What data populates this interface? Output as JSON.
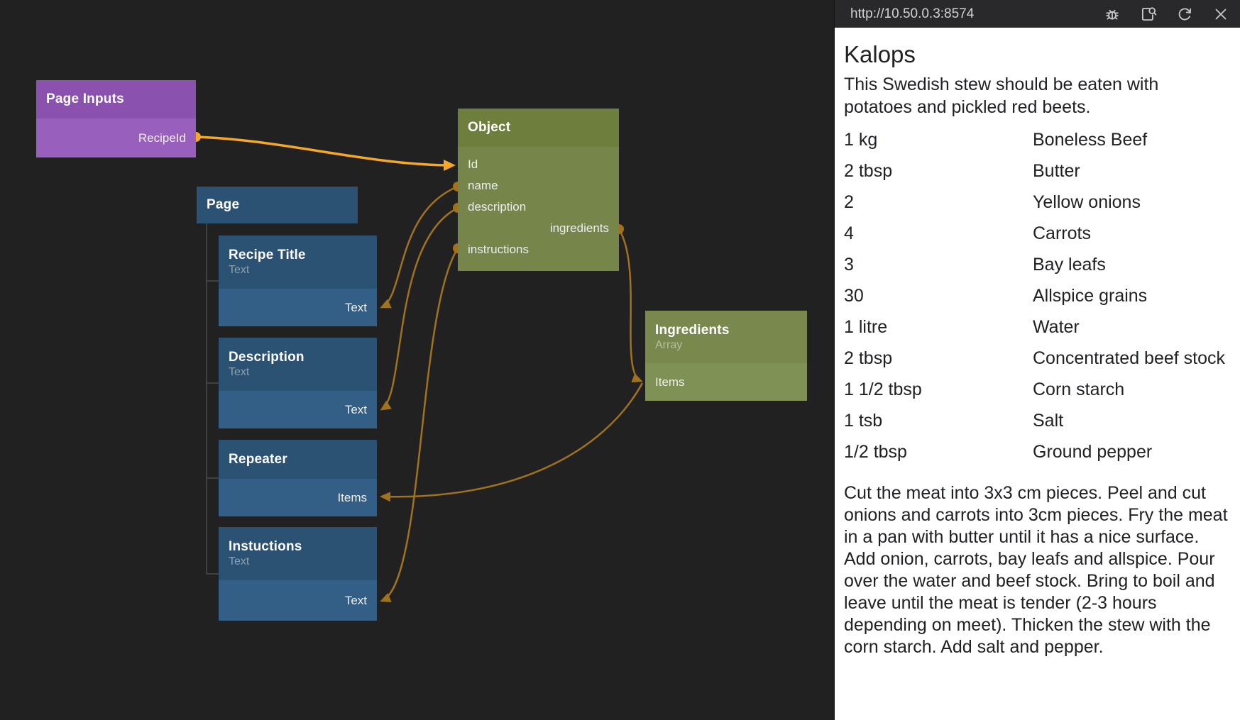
{
  "window": {
    "url": "http://10.50.0.3:8574",
    "icons": [
      {
        "name": "debug-icon"
      },
      {
        "name": "open-preview-icon"
      },
      {
        "name": "refresh-icon"
      },
      {
        "name": "close-icon"
      }
    ]
  },
  "preview": {
    "title": "Kalops",
    "description": "This Swedish stew should be eaten with potatoes and pickled red beets.",
    "ingredients": [
      {
        "amount": "1 kg",
        "name": "Boneless Beef"
      },
      {
        "amount": "2 tbsp",
        "name": "Butter"
      },
      {
        "amount": "2",
        "name": "Yellow onions"
      },
      {
        "amount": "4",
        "name": "Carrots"
      },
      {
        "amount": "3",
        "name": "Bay leafs"
      },
      {
        "amount": "30",
        "name": "Allspice grains"
      },
      {
        "amount": "1 litre",
        "name": "Water"
      },
      {
        "amount": "2 tbsp",
        "name": "Concentrated beef stock"
      },
      {
        "amount": "1 1/2 tbsp",
        "name": "Corn starch"
      },
      {
        "amount": "1 tsb",
        "name": "Salt"
      },
      {
        "amount": "1/2 tbsp",
        "name": "Ground pepper"
      }
    ],
    "instructions": "Cut the meat into 3x3 cm pieces. Peel and cut onions and carrots into 3cm pieces. Fry the meat in a pan with butter until it has a nice surface. Add onion, carrots, bay leafs and allspice. Pour over the water and beef stock. Bring to boil and leave until the meat is tender (2-3 hours depending on meet). Thicken the stew with the corn starch. Add salt and pepper."
  },
  "canvas": {
    "nodes": [
      {
        "id": "page-inputs",
        "title": "Page Inputs",
        "subtitle": "",
        "color": "purple",
        "ports": [
          {
            "label": "RecipeId",
            "side": "right"
          }
        ]
      },
      {
        "id": "page",
        "title": "Page",
        "subtitle": "",
        "color": "blue",
        "ports": []
      },
      {
        "id": "recipe-title",
        "title": "Recipe Title",
        "subtitle": "Text",
        "color": "blue",
        "ports": [
          {
            "label": "Text",
            "side": "right"
          }
        ]
      },
      {
        "id": "description",
        "title": "Description",
        "subtitle": "Text",
        "color": "blue",
        "ports": [
          {
            "label": "Text",
            "side": "right"
          }
        ]
      },
      {
        "id": "repeater",
        "title": "Repeater",
        "subtitle": "",
        "color": "blue",
        "ports": [
          {
            "label": "Items",
            "side": "right"
          }
        ]
      },
      {
        "id": "instuctions",
        "title": "Instuctions",
        "subtitle": "Text",
        "color": "blue",
        "ports": [
          {
            "label": "Text",
            "side": "right"
          }
        ]
      },
      {
        "id": "object",
        "title": "Object",
        "subtitle": "",
        "color": "green",
        "ports": [
          {
            "label": "Id",
            "side": "left"
          },
          {
            "label": "name",
            "side": "left"
          },
          {
            "label": "description",
            "side": "left"
          },
          {
            "label": "ingredients",
            "side": "right"
          },
          {
            "label": "instructions",
            "side": "left"
          }
        ]
      },
      {
        "id": "ingredients",
        "title": "Ingredients",
        "subtitle": "Array",
        "color": "green2",
        "ports": [
          {
            "label": "Items",
            "side": "left"
          }
        ]
      }
    ],
    "connections": [
      {
        "from": "page-inputs.RecipeId",
        "to": "object.Id",
        "active": true
      },
      {
        "from": "object.name",
        "to": "recipe-title.Text",
        "active": false
      },
      {
        "from": "object.description",
        "to": "description.Text",
        "active": false
      },
      {
        "from": "object.instructions",
        "to": "instuctions.Text",
        "active": false
      },
      {
        "from": "object.ingredients",
        "to": "ingredients.Items",
        "active": false
      },
      {
        "from": "ingredients.Items",
        "to": "repeater.Items",
        "active": false
      }
    ]
  },
  "colors": {
    "wire": "#a1721d",
    "wire_active": "#f5a728",
    "node_purple": "#8a52ae",
    "node_blue": "#2b5173",
    "node_green": "#6e7e3d",
    "canvas_bg": "#212122",
    "topbar_bg": "#29292b"
  }
}
